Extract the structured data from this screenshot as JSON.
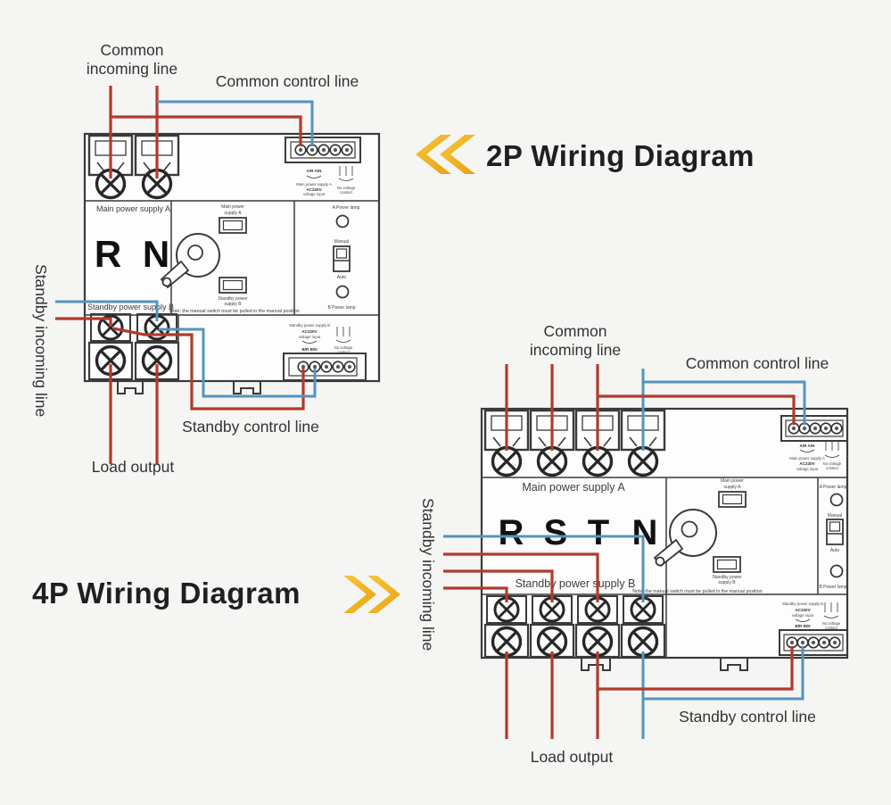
{
  "colors": {
    "wire_red": "#b23a2c",
    "wire_blue": "#5494bd",
    "accent_gold": "#f2b422",
    "outline_ink": "#3a3a3a",
    "background": "#f5f5f3",
    "heading_text": "#1f1f1f"
  },
  "headings": {
    "p2": "2P Wiring Diagram",
    "p4": "4P Wiring Diagram"
  },
  "labels": {
    "common_line1": "Common",
    "common_line2": "incoming line",
    "common_control": "Common control line",
    "standby_incoming": "Standby incoming line",
    "standby_control": "Standby control line",
    "load_output": "Load output"
  },
  "device": {
    "main_section": "Main power supply A",
    "standby_section": "Standby power supply B",
    "indicator_main_l1": "Main power",
    "indicator_main_l2": "supply A",
    "indicator_standby_l1": "Standby power",
    "indicator_standby_l2": "supply B",
    "lamp_a": "A Power lamp",
    "lamp_b": "B Power lamp",
    "switch_manual": "Manual",
    "switch_auto": "Auto",
    "note": "Note: the manual switch must be pulled in the manual position",
    "block_main_pins": "A/R A/N",
    "block_main_l1": "Main power supply A",
    "block_voltage_l1": "AC220V",
    "block_voltage_l2": "voltage input",
    "block_standby_pins": "B/R B/N",
    "block_standby_l1": "Standby power supply B",
    "block_contact_l1": "No voltage",
    "block_contact_l2": "contact"
  },
  "p2": {
    "poles": [
      "R",
      "N"
    ]
  },
  "p4": {
    "poles": [
      "R",
      "S",
      "T",
      "N"
    ]
  }
}
